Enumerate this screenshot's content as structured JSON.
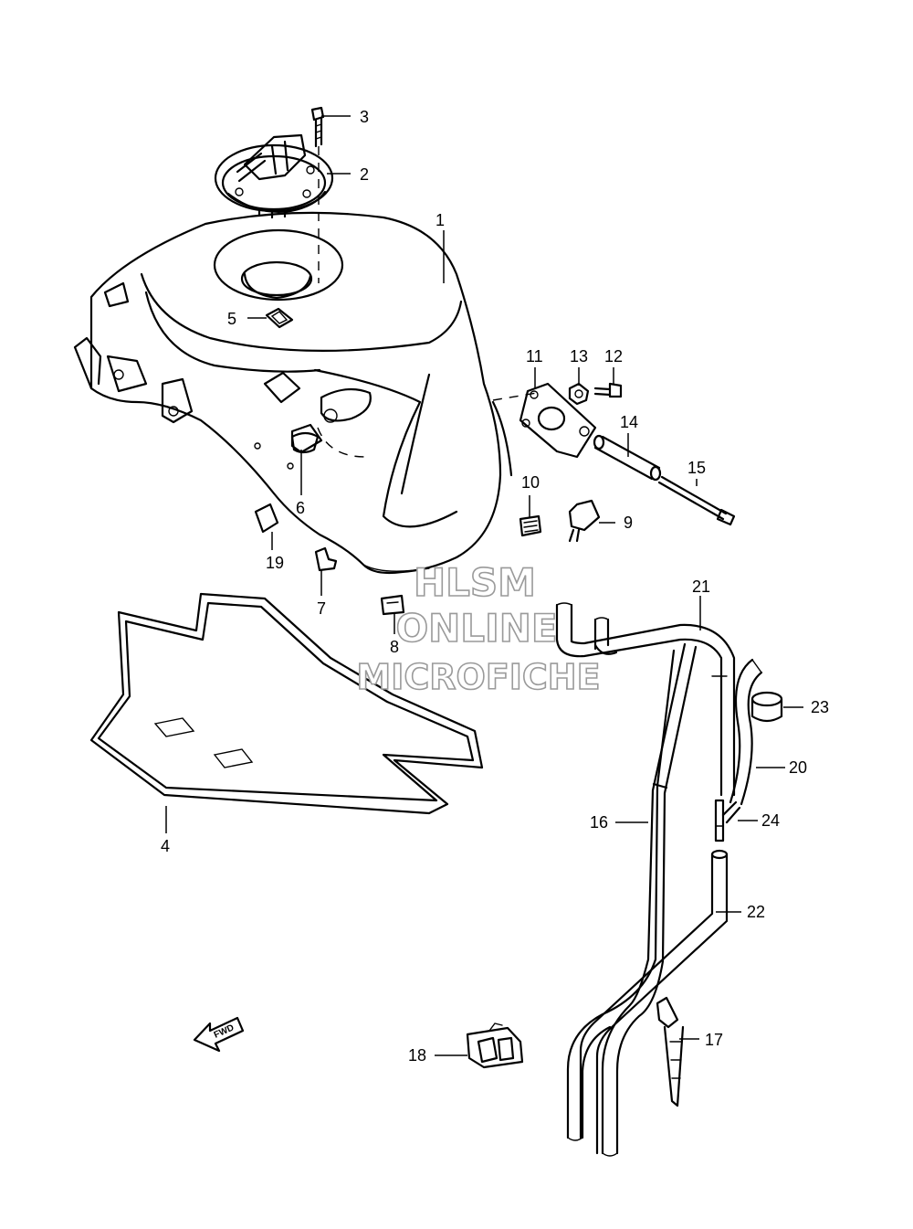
{
  "callouts": [
    "1",
    "2",
    "3",
    "4",
    "5",
    "6",
    "7",
    "8",
    "9",
    "10",
    "11",
    "12",
    "13",
    "14",
    "15",
    "16",
    "17",
    "18",
    "19",
    "20",
    "21",
    "22",
    "23",
    "24"
  ],
  "fwd_label": "FWD",
  "watermark": {
    "line1": "HLSM",
    "line2": "ONLINE",
    "line3": "MICROFICHE"
  }
}
